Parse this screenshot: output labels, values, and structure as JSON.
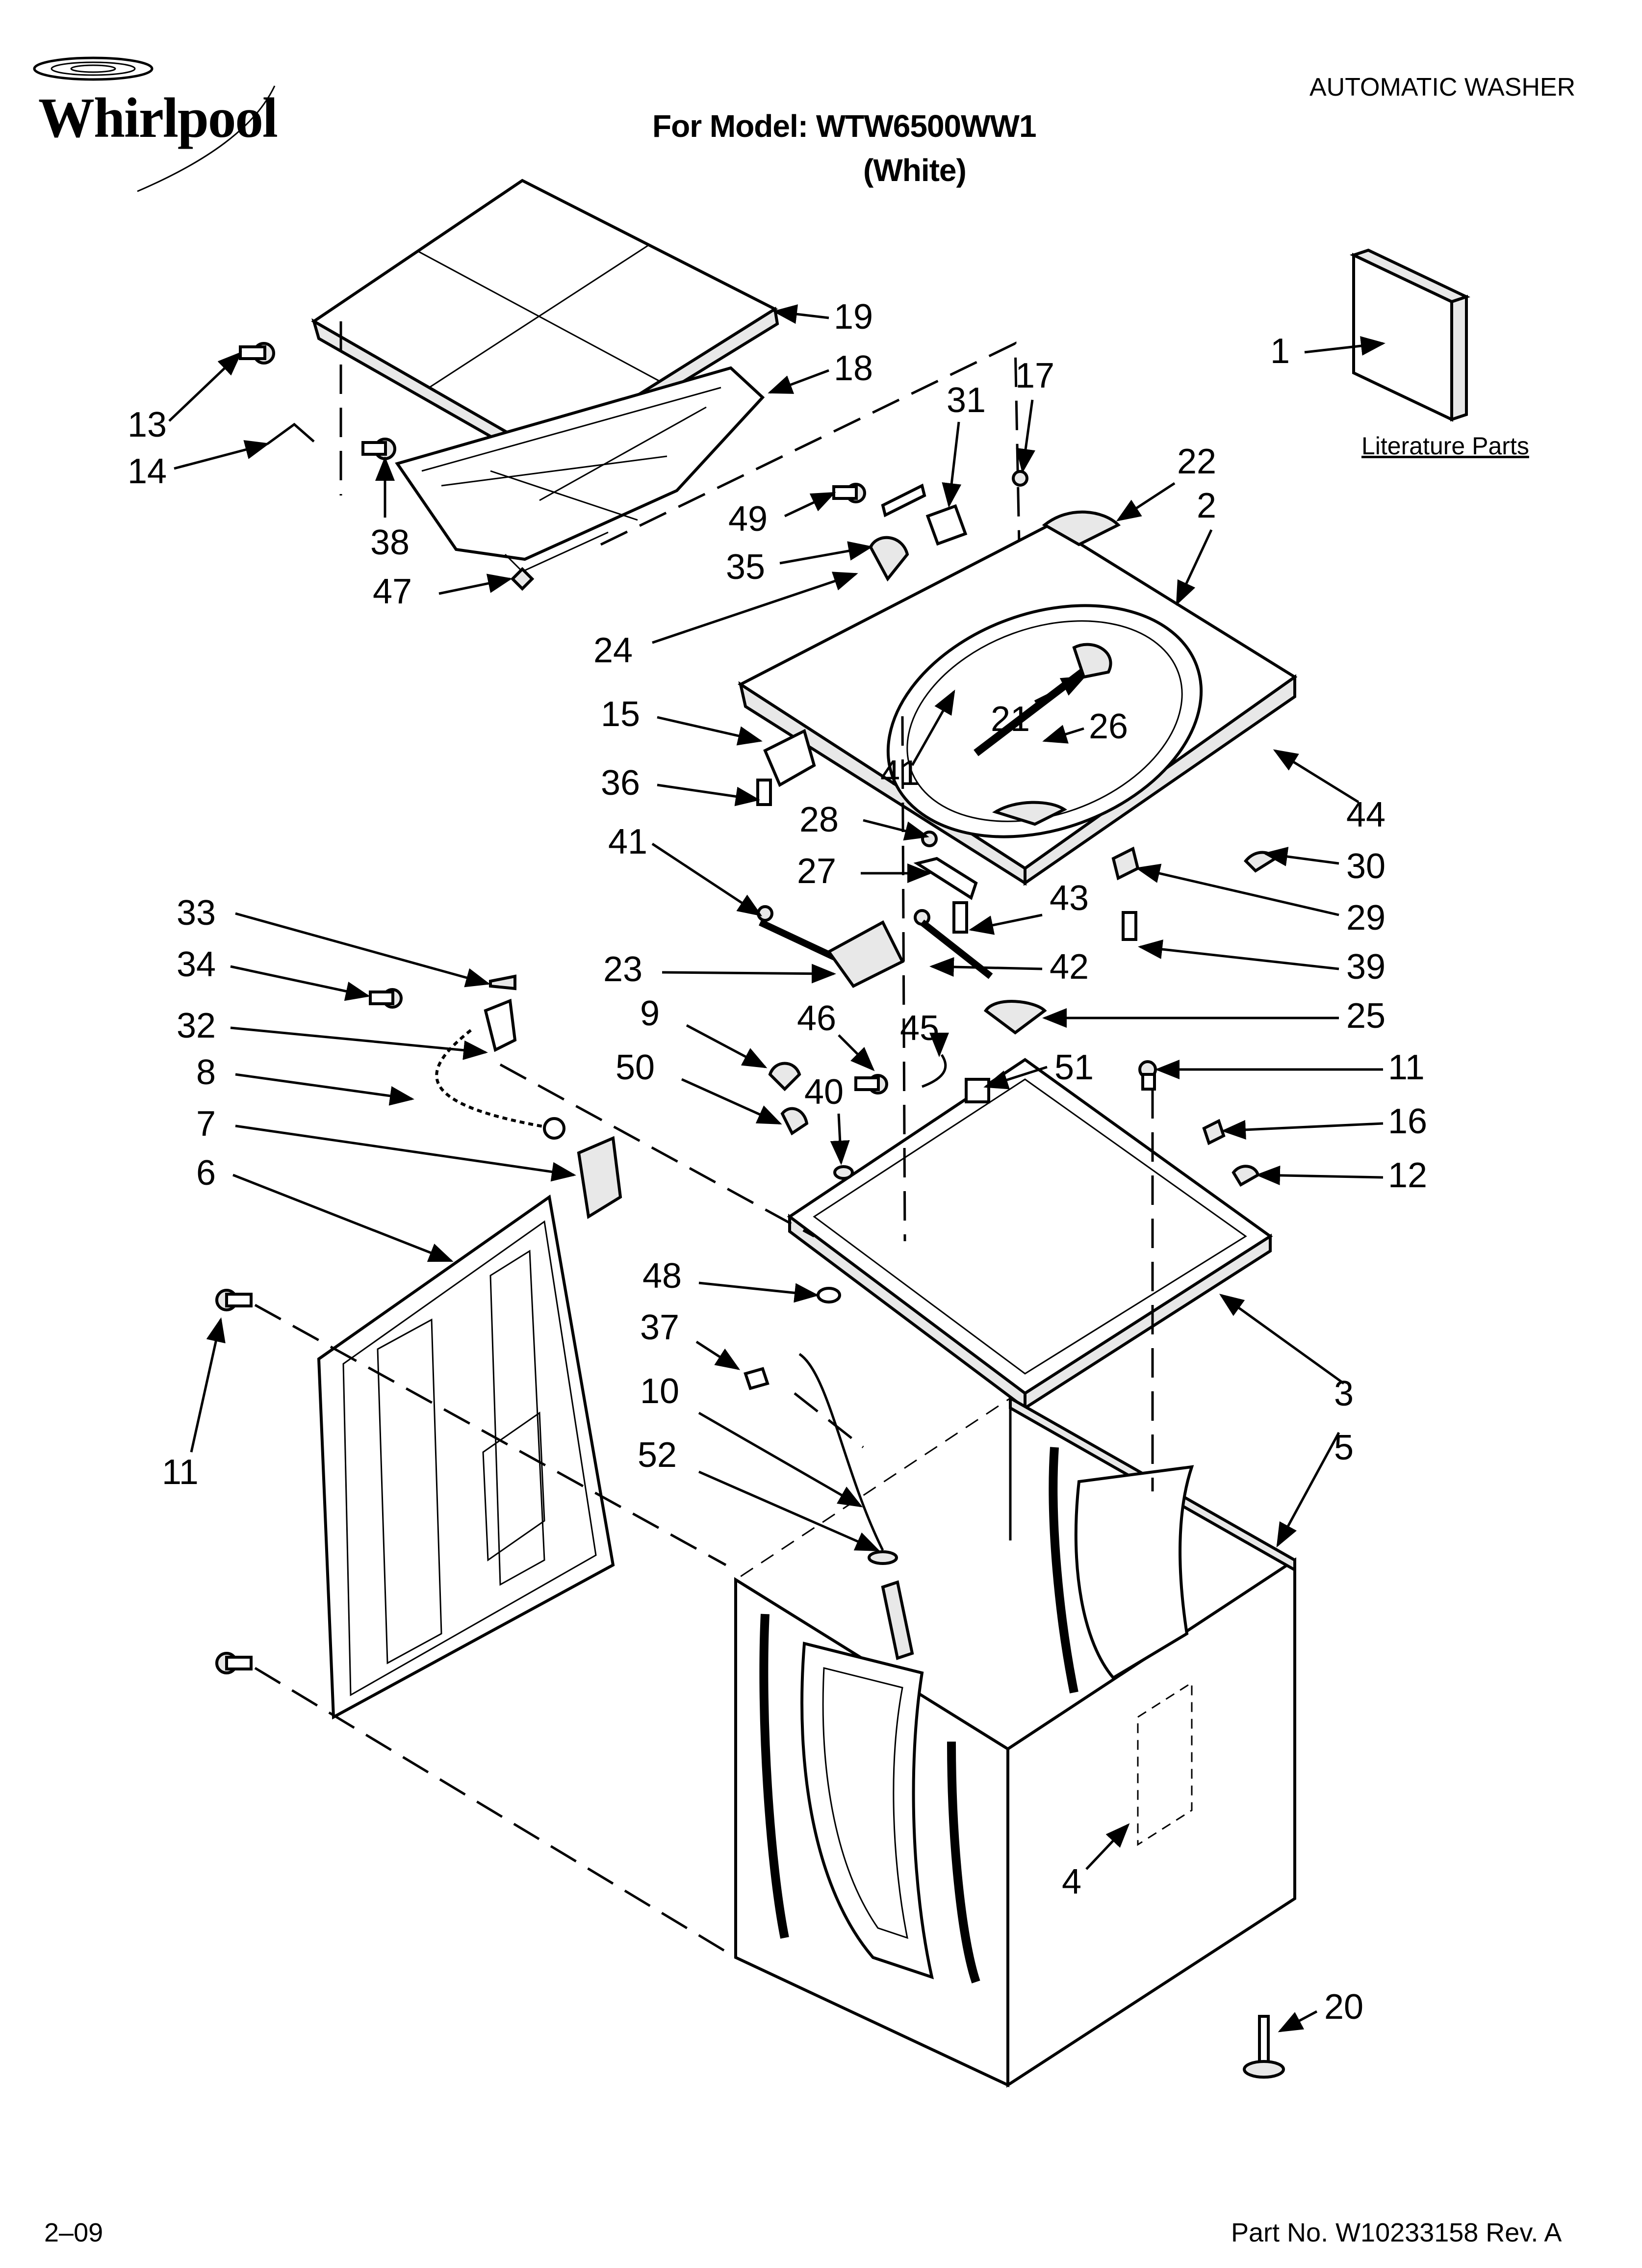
{
  "header": {
    "brand": "Whirlpool",
    "model_line": "For Model: WTW6500WW1",
    "color_line": "(White)",
    "doc_type": "AUTOMATIC WASHER"
  },
  "literature_label": "Literature Parts",
  "footer": {
    "date_code": "2–09",
    "part_number": "Part No. W10233158 Rev. A"
  },
  "callouts": [
    {
      "id": "c1",
      "label": "1"
    },
    {
      "id": "c19",
      "label": "19"
    },
    {
      "id": "c18",
      "label": "18"
    },
    {
      "id": "c13",
      "label": "13"
    },
    {
      "id": "c14",
      "label": "14"
    },
    {
      "id": "c38",
      "label": "38"
    },
    {
      "id": "c47",
      "label": "47"
    },
    {
      "id": "c17",
      "label": "17"
    },
    {
      "id": "c31",
      "label": "31"
    },
    {
      "id": "c22",
      "label": "22"
    },
    {
      "id": "c2",
      "label": "2"
    },
    {
      "id": "c49",
      "label": "49"
    },
    {
      "id": "c35",
      "label": "35"
    },
    {
      "id": "c24",
      "label": "24"
    },
    {
      "id": "c21",
      "label": "21"
    },
    {
      "id": "c26",
      "label": "26"
    },
    {
      "id": "c15",
      "label": "15"
    },
    {
      "id": "c41a",
      "label": "41"
    },
    {
      "id": "c44",
      "label": "44"
    },
    {
      "id": "c36",
      "label": "36"
    },
    {
      "id": "c28",
      "label": "28"
    },
    {
      "id": "c30",
      "label": "30"
    },
    {
      "id": "c41b",
      "label": "41"
    },
    {
      "id": "c27",
      "label": "27"
    },
    {
      "id": "c29",
      "label": "29"
    },
    {
      "id": "c33",
      "label": "33"
    },
    {
      "id": "c43",
      "label": "43"
    },
    {
      "id": "c39",
      "label": "39"
    },
    {
      "id": "c34",
      "label": "34"
    },
    {
      "id": "c23",
      "label": "23"
    },
    {
      "id": "c42",
      "label": "42"
    },
    {
      "id": "c9",
      "label": "9"
    },
    {
      "id": "c25",
      "label": "25"
    },
    {
      "id": "c32",
      "label": "32"
    },
    {
      "id": "c46",
      "label": "46"
    },
    {
      "id": "c45",
      "label": "45"
    },
    {
      "id": "c8",
      "label": "8"
    },
    {
      "id": "c50",
      "label": "50"
    },
    {
      "id": "c40",
      "label": "40"
    },
    {
      "id": "c51",
      "label": "51"
    },
    {
      "id": "c11a",
      "label": "11"
    },
    {
      "id": "c7",
      "label": "7"
    },
    {
      "id": "c16",
      "label": "16"
    },
    {
      "id": "c6",
      "label": "6"
    },
    {
      "id": "c12",
      "label": "12"
    },
    {
      "id": "c48",
      "label": "48"
    },
    {
      "id": "c37",
      "label": "37"
    },
    {
      "id": "c3",
      "label": "3"
    },
    {
      "id": "c10",
      "label": "10"
    },
    {
      "id": "c5",
      "label": "5"
    },
    {
      "id": "c11b",
      "label": "11"
    },
    {
      "id": "c52",
      "label": "52"
    },
    {
      "id": "c4",
      "label": "4"
    },
    {
      "id": "c20",
      "label": "20"
    }
  ]
}
